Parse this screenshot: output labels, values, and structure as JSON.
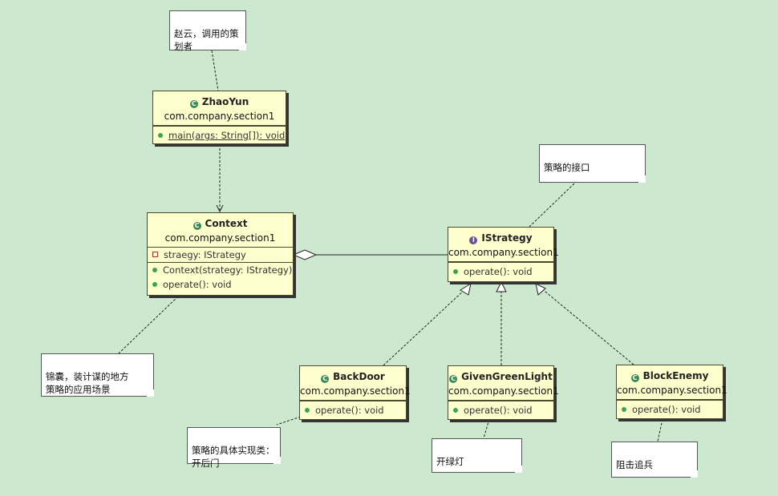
{
  "classes": {
    "zhaoyun": {
      "name": "ZhaoYun",
      "package": "com.company.section1",
      "methods": [
        "main(args: String[]): void"
      ]
    },
    "context": {
      "name": "Context",
      "package": "com.company.section1",
      "fields": [
        "straegy: IStrategy"
      ],
      "methods": [
        "Context(strategy: IStrategy)",
        "operate(): void"
      ]
    },
    "istrategy": {
      "name": "IStrategy",
      "package": "com.company.section1",
      "methods": [
        "operate(): void"
      ]
    },
    "backdoor": {
      "name": "BackDoor",
      "package": "com.company.section1",
      "methods": [
        "operate(): void"
      ]
    },
    "givengreenlight": {
      "name": "GivenGreenLight",
      "package": "com.company.section1",
      "methods": [
        "operate(): void"
      ]
    },
    "blockenemy": {
      "name": "BlockEnemy",
      "package": "com.company.section1",
      "methods": [
        "operate(): void"
      ]
    }
  },
  "notes": {
    "zhaoyun": "赵云，调用的策\n划者",
    "interface": "策略的接口",
    "context": "锦囊，装计谋的地方\n策略的应用场景",
    "impl": "策略的具体实现类：\n开后门",
    "green": "开绿灯",
    "block": "阻击追兵"
  },
  "colors": {
    "background": "#cce8cf",
    "class_fill": "#ffffce",
    "note_fill": "#ffffff",
    "class_icon": "#3a8a55",
    "interface_icon": "#6a4f9e"
  }
}
